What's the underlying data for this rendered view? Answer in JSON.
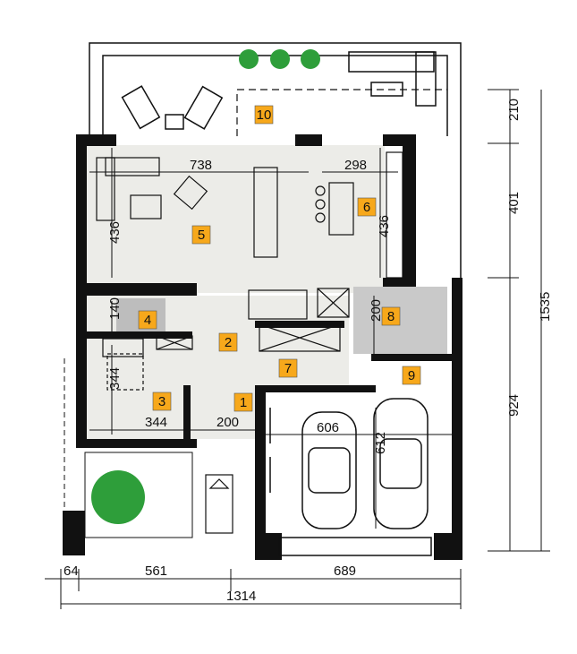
{
  "colors": {
    "room_label_bg": "#f7a81b",
    "wall": "#111111",
    "floor": "#ecece8",
    "wet_room": "#bdbdbd",
    "utility": "#c9c9c9",
    "greenery": "#2e9e3a"
  },
  "rooms": [
    {
      "number": "10"
    },
    {
      "number": "5"
    },
    {
      "number": "6"
    },
    {
      "number": "4"
    },
    {
      "number": "2"
    },
    {
      "number": "8"
    },
    {
      "number": "7"
    },
    {
      "number": "9"
    },
    {
      "number": "3"
    },
    {
      "number": "1"
    }
  ],
  "dimensions": {
    "living_width": "738",
    "kitchen_width": "298",
    "living_depth_left": "436",
    "kitchen_depth": "436",
    "wc_depth": "140",
    "utility_depth": "200",
    "room3_depth": "344",
    "room3_width": "344",
    "entry_width": "200",
    "garage_width": "606",
    "garage_depth": "612",
    "right_terrace": "210",
    "right_house": "401",
    "right_garage": "924",
    "right_total": "1535",
    "bottom_wall": "64",
    "bottom_left": "561",
    "bottom_right": "689",
    "bottom_total": "1314"
  }
}
